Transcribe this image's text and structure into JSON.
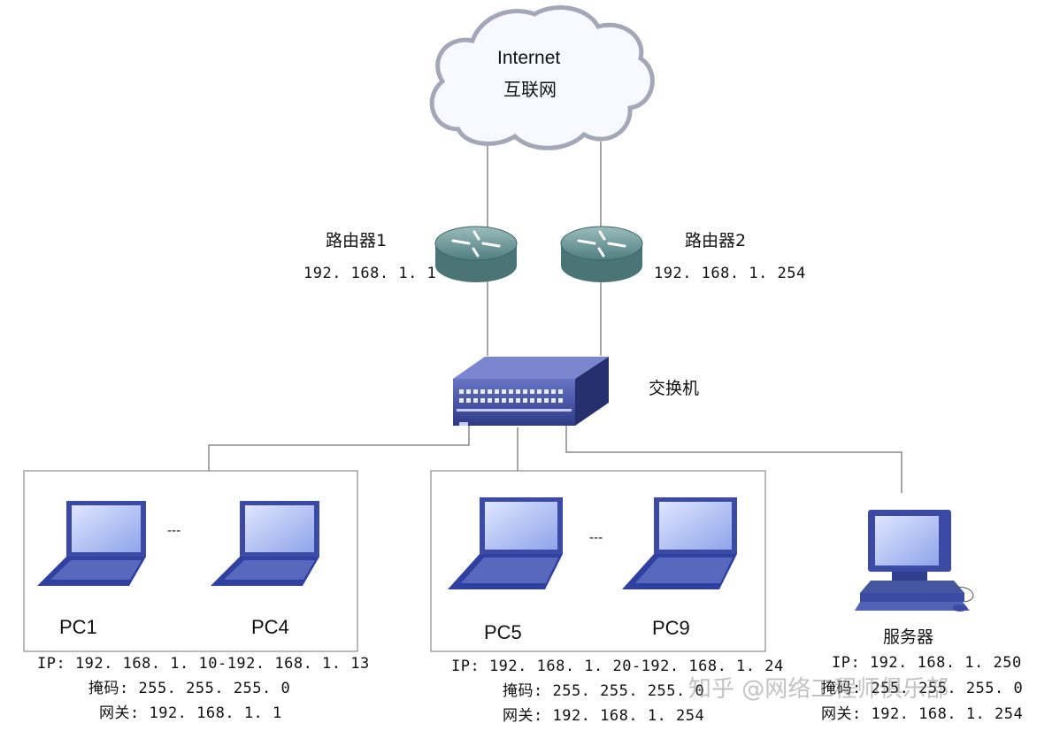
{
  "internet": {
    "title": "Internet",
    "subtitle": "互联网"
  },
  "router1": {
    "name": "路由器1",
    "ip": "192. 168. 1. 1"
  },
  "router2": {
    "name": "路由器2",
    "ip": "192. 168. 1. 254"
  },
  "switch": {
    "name": "交换机"
  },
  "group1": {
    "pc_a": "PC1",
    "pc_b": "PC4",
    "ellipsis": "---",
    "ip": "IP: 192. 168. 1. 10-192. 168. 1. 13",
    "mask": "掩码: 255. 255. 255. 0",
    "gateway": "网关: 192. 168. 1. 1"
  },
  "group2": {
    "pc_a": "PC5",
    "pc_b": "PC9",
    "ellipsis": "---",
    "ip": "IP: 192. 168. 1. 20-192. 168. 1. 24",
    "mask": "掩码: 255. 255. 255. 0",
    "gateway": "网关: 192. 168. 1. 254"
  },
  "server": {
    "name": "服务器",
    "ip": "IP: 192. 168. 1. 250",
    "mask": "掩码: 255. 255. 255. 0",
    "gateway": "网关: 192. 168. 1. 254"
  },
  "watermark": "知乎 @网络工程师俱乐部",
  "colors": {
    "cloud": "#f7f8ff",
    "router": "#5f8d8f",
    "switch": "#3f4e9a",
    "laptop": "#3a4aa5",
    "screen": "#a9b9f2",
    "line": "#888888"
  }
}
